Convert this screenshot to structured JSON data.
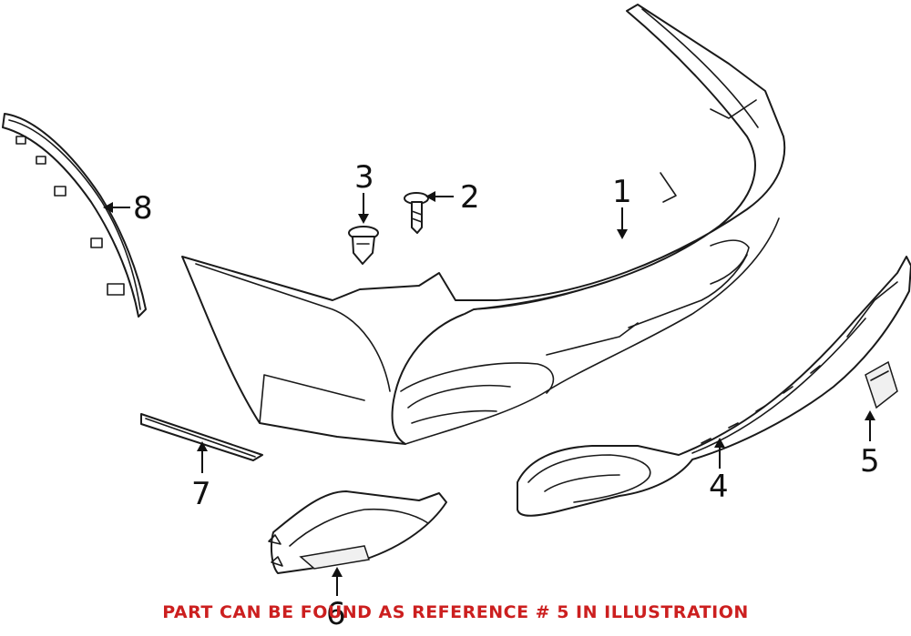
{
  "diagram": {
    "callouts": [
      {
        "id": "1",
        "label": "1"
      },
      {
        "id": "2",
        "label": "2"
      },
      {
        "id": "3",
        "label": "3"
      },
      {
        "id": "4",
        "label": "4"
      },
      {
        "id": "5",
        "label": "5"
      },
      {
        "id": "6",
        "label": "6"
      },
      {
        "id": "7",
        "label": "7"
      },
      {
        "id": "8",
        "label": "8"
      }
    ],
    "footnote": "PART CAN BE FOUND AS REFERENCE # 5 IN ILLUSTRATION",
    "footnote_color": "#cc1f1f"
  }
}
